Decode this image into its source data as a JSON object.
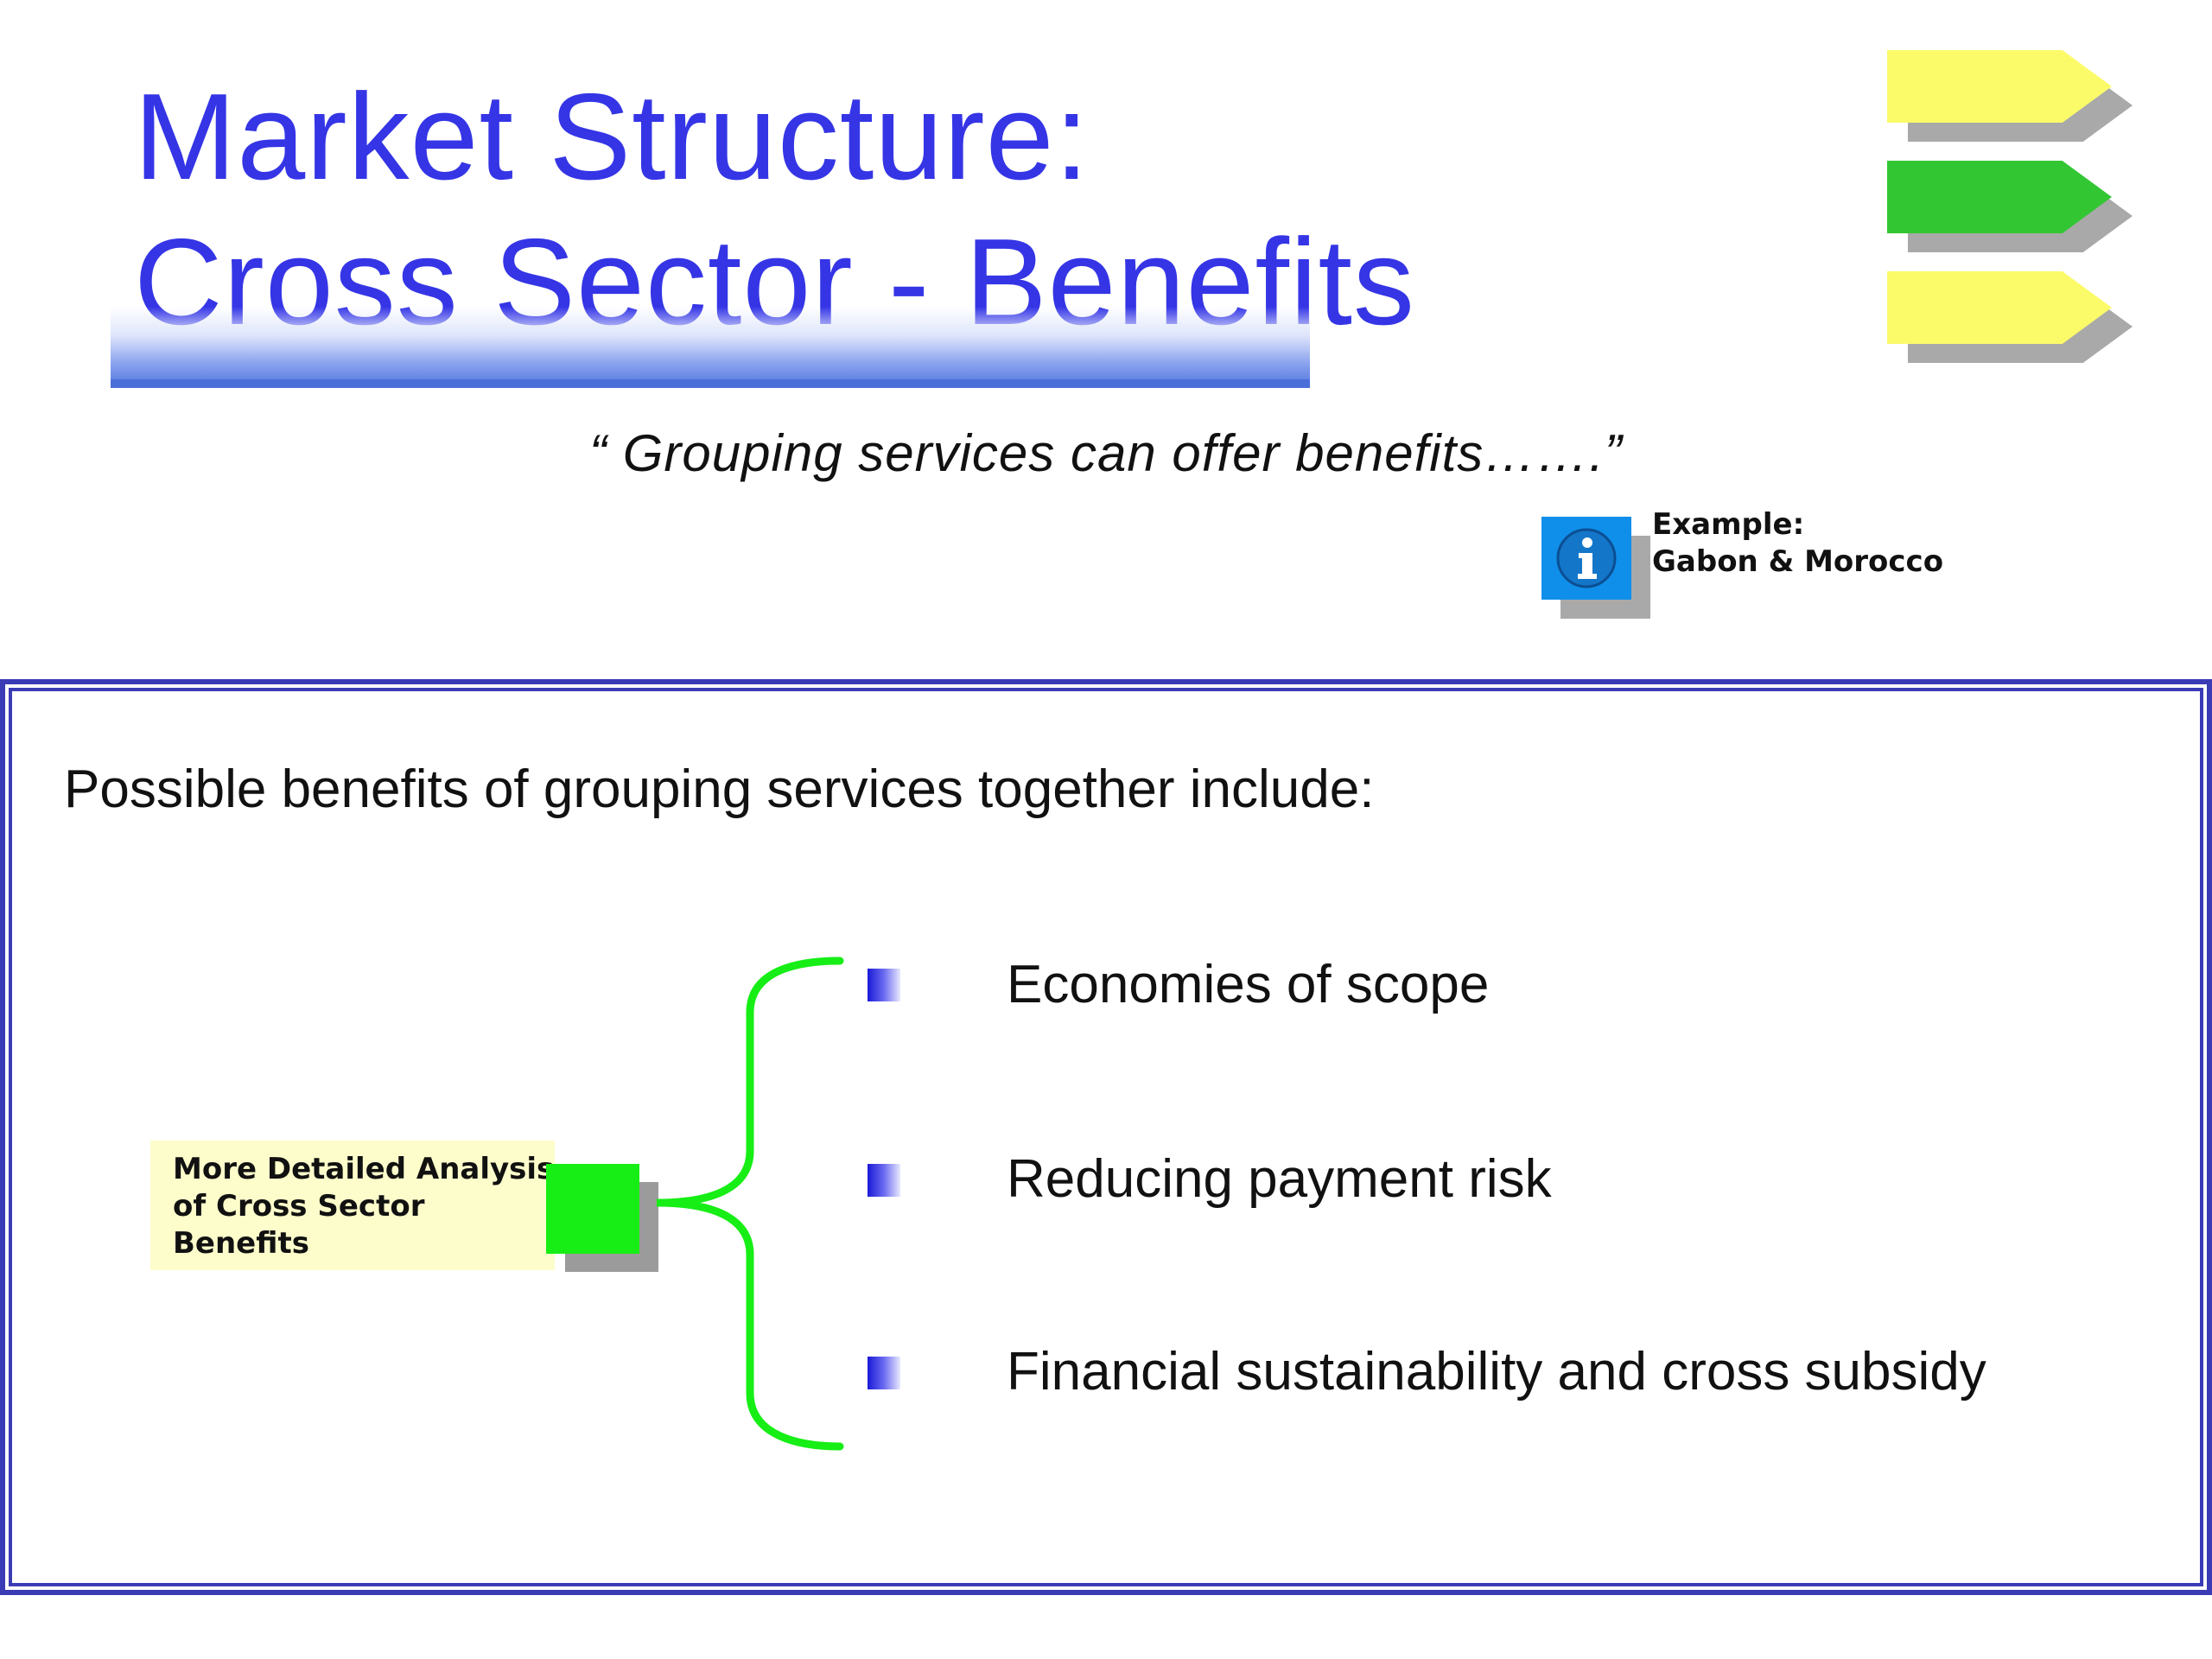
{
  "title": {
    "line1": "Market Structure:",
    "line2": "Cross Sector - Benefits"
  },
  "colors": {
    "title": "#3535e6",
    "tab_yellow": "#fbfb6a",
    "tab_green": "#33c633",
    "panel_border": "#3b3bb5",
    "brace_green": "#16ee16",
    "info_blue": "#0f8fe9"
  },
  "quote": "“ Grouping services can offer benefits…….”",
  "example": {
    "icon": "info-icon",
    "line1": "Example:",
    "line2": "Gabon & Morocco"
  },
  "panel": {
    "intro": "Possible benefits of grouping services together include:",
    "analysis_label": {
      "line1": "More Detailed Analysis",
      "line2": "of Cross Sector",
      "line3": "Benefits"
    },
    "benefits": [
      "Economies of scope",
      "Reducing payment risk",
      "Financial sustainability and cross subsidy"
    ]
  }
}
